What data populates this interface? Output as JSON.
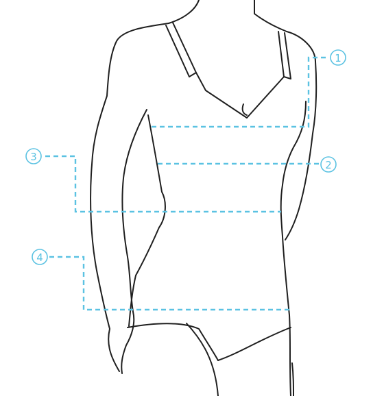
{
  "colors": {
    "outline": "#1f1f1f",
    "accent": "#5bc2e2"
  },
  "markers": [
    {
      "label": "1"
    },
    {
      "label": "2"
    },
    {
      "label": "3"
    },
    {
      "label": "4"
    }
  ]
}
